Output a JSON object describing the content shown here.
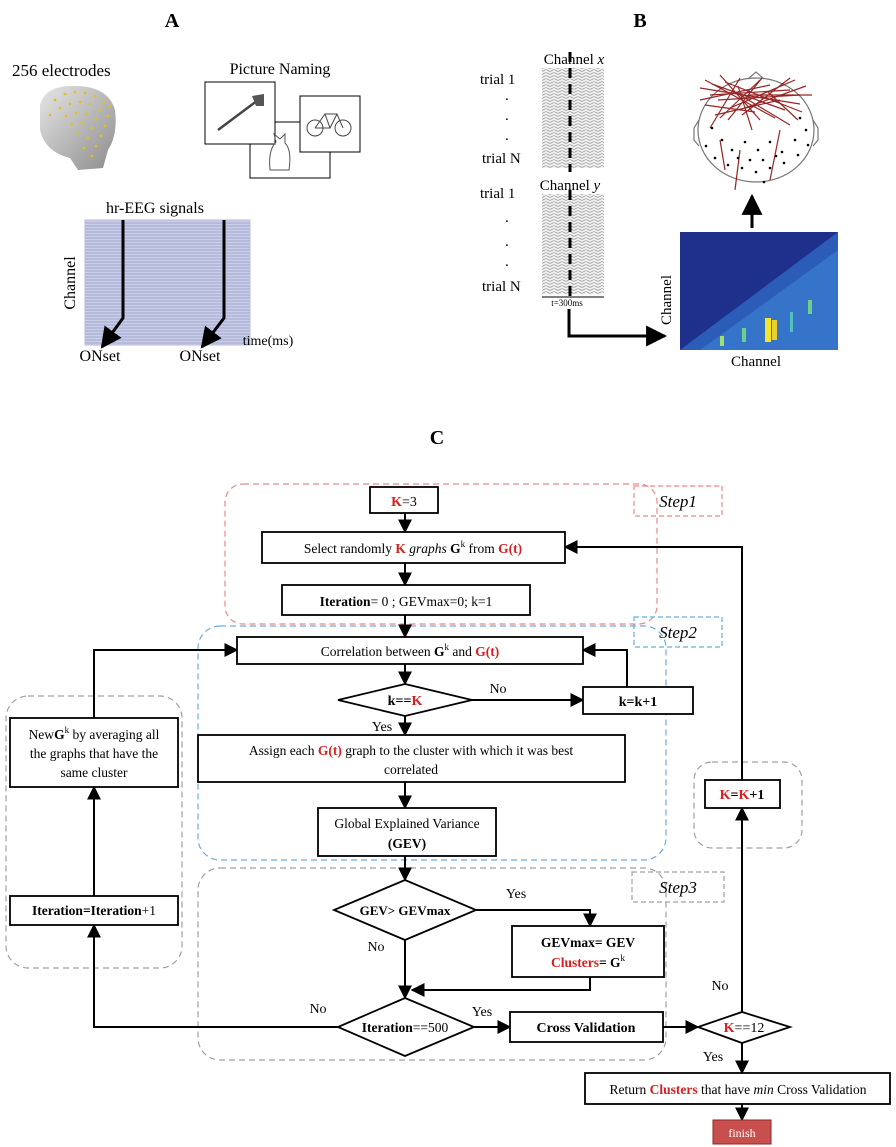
{
  "panels": {
    "a": "A",
    "b": "B",
    "c": "C"
  },
  "panel_a": {
    "electrodes_label": "256 electrodes",
    "picture_naming_label": "Picture Naming",
    "signals_title": "hr-EEG signals",
    "channel_axis": "Channel",
    "time_axis": "time(ms)",
    "onset_1": "ONset",
    "onset_2": "ONset"
  },
  "panel_b": {
    "channel_x": "Channel",
    "channel_x_var": "x",
    "channel_y": "Channel",
    "channel_y_var": "y",
    "trial_first_1": "trial 1",
    "trial_last_1": "trial N",
    "trial_first_2": "trial 1",
    "trial_last_2": "trial N",
    "time_marker": "t=300ms",
    "matrix_y_label": "Channel",
    "matrix_x_label": "Channel"
  },
  "flowchart": {
    "step1": "Step1",
    "step2": "Step2",
    "step3": "Step3",
    "k_init": {
      "k": "K",
      "rest": "=3"
    },
    "select": {
      "pre": "Select randomly ",
      "k": "K",
      "mid": " graphs ",
      "g": "G",
      "gsup": "k",
      "from": " from ",
      "gt": "G(t)"
    },
    "init": {
      "iter": "Iteration",
      "rest": "= 0 ; GEVmax=0;  k=1"
    },
    "correlation": {
      "pre": "Correlation between ",
      "g": "G",
      "gsup": "k",
      "and": " and ",
      "gt": "G(t)"
    },
    "k_check": {
      "k": "k",
      "eq": "==",
      "K": "K"
    },
    "no_1": "No",
    "yes_1": "Yes",
    "k_inc": "k=k+1",
    "assign": {
      "pre": "Assign each ",
      "gt": "G(t)",
      "post": " graph to the cluster with which it was best",
      "line2": "correlated"
    },
    "gev": {
      "line1": "Global Explained Variance",
      "line2": "(GEV)"
    },
    "new_g": {
      "pre": "New",
      "g": "G",
      "gsup": "k",
      "line1_post": " by averaging all",
      "line2": "the graphs that have the",
      "line3": "same cluster"
    },
    "iter_inc": {
      "iter": "Iteration",
      "eq": "=",
      "iter2": "Iteration",
      "rest": "+1"
    },
    "gev_check": "GEV> GEVmax",
    "yes_2": "Yes",
    "no_2": "No",
    "update": {
      "line1": "GEVmax= GEV",
      "clusters": "Clusters",
      "eq": "= ",
      "g": "G",
      "gsup": "k"
    },
    "iter_check": {
      "iter": "Iteration",
      "rest": "==500"
    },
    "no_3": "No",
    "yes_3": "Yes",
    "cross_validation": "Cross Validation",
    "K_check": {
      "K": "K",
      "rest": "==12"
    },
    "no_4": "No",
    "yes_4": "Yes",
    "K_inc": {
      "K": "K",
      "eq": "=",
      "K2": "K",
      "rest": "+1"
    },
    "return": {
      "pre": "Return ",
      "clusters": "Clusters",
      "mid": " that have ",
      "min": "min",
      "post": " Cross Validation"
    },
    "finish": "finish"
  },
  "colors": {
    "accent_red": "#d42020",
    "step1_border": "#e88a8a",
    "step2_border": "#6aaee0",
    "step3_border": "#a0a0a0",
    "finish_fill": "#c94f4f",
    "matrix_dark": "#1e2f8c"
  }
}
